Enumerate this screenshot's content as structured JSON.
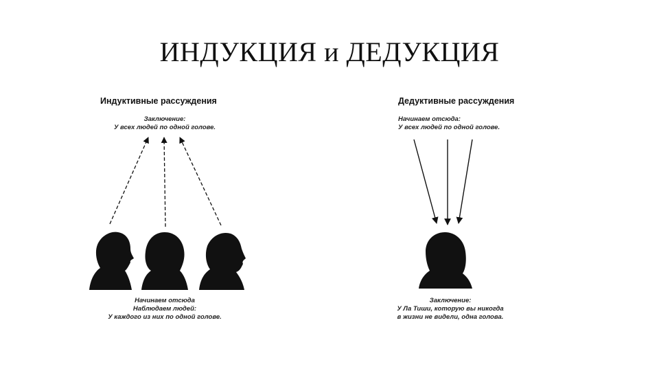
{
  "title": "ИНДУКЦИЯ и ДЕДУКЦИЯ",
  "inductive": {
    "heading": "Индуктивные рассуждения",
    "conclusion_label": "Заключение:",
    "conclusion_text": "У всех людей по одной голове.",
    "start_label": "Начинаем отсюда",
    "observe_label": "Наблюдаем людей:",
    "observe_text": "У каждого из них по одной голове."
  },
  "deductive": {
    "heading": "Дедуктивные рассуждения",
    "start_label": "Начинаем отсюда:",
    "start_text": "У всех людей по одной голове.",
    "conclusion_label": "Заключение:",
    "conclusion_text_1": "У Ла Тиши, которую вы никогда",
    "conclusion_text_2": "в жизни не видели, одна голова."
  },
  "colors": {
    "ink": "#111111",
    "background": "#ffffff"
  }
}
